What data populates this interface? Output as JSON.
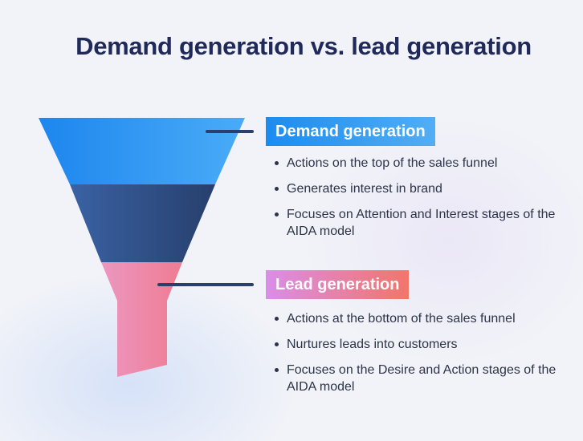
{
  "title": "Demand generation vs. lead generation",
  "demand": {
    "label": "Demand generation",
    "bullets": [
      "Actions on the top of the sales funnel",
      "Generates interest in brand",
      "Focuses on Attention and Interest stages of the AIDA model"
    ],
    "colors": {
      "top": "#2a93f2",
      "middle": "#34558c",
      "tag": "#1b8cf0"
    }
  },
  "lead": {
    "label": "Lead generation",
    "bullets": [
      "Actions at the bottom of the sales funnel",
      "Nurtures leads into customers",
      "Focuses on the Desire and Action stages of the AIDA model"
    ],
    "colors": {
      "funnel": "#ee86a8",
      "tag_start": "#d98ee8",
      "tag_end": "#f2756a"
    }
  },
  "connector_color": "#2b3f6e"
}
